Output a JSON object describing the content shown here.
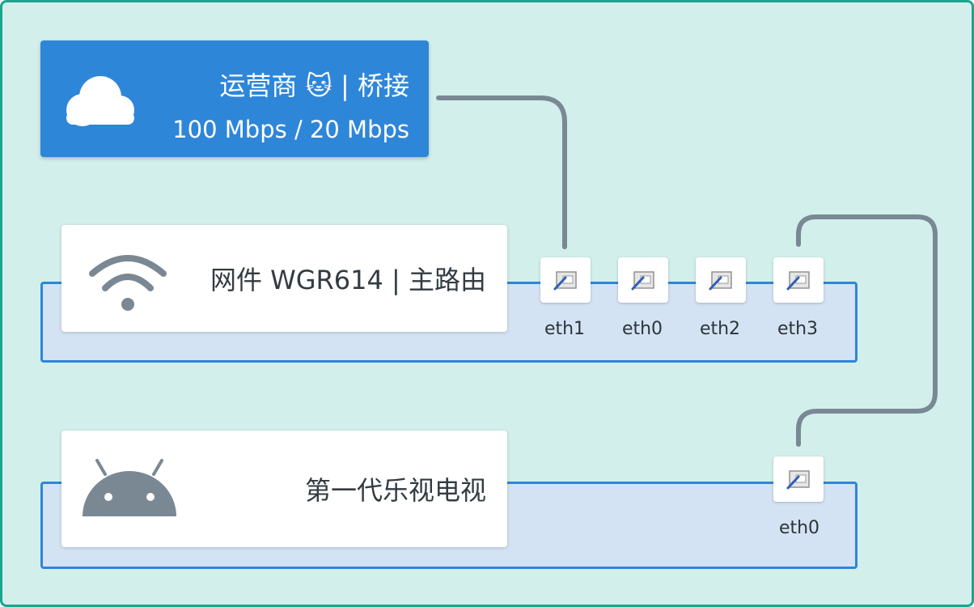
{
  "isp": {
    "title": "运营商 🐱 | 桥接",
    "speed": "100 Mbps / 20 Mbps",
    "icon": "cloud-icon",
    "color": "#2e86d9"
  },
  "router": {
    "name": "网件 WGR614 | 主路由",
    "icon": "wifi-icon",
    "ports": [
      {
        "label": "eth1"
      },
      {
        "label": "eth0"
      },
      {
        "label": "eth2"
      },
      {
        "label": "eth3"
      }
    ]
  },
  "tv": {
    "name": "第一代乐视电视",
    "icon": "android-icon",
    "ports": [
      {
        "label": "eth0"
      }
    ]
  },
  "links": [
    {
      "from": "isp",
      "to": "router.eth1"
    },
    {
      "from": "router.eth3",
      "to": "tv.eth0"
    }
  ],
  "colors": {
    "background": "#d2efec",
    "frame": "#1aa58e",
    "lane": "#d3e3f3",
    "accent": "#2e86d9",
    "link": "#7a8894",
    "icon": "#7a8894"
  }
}
